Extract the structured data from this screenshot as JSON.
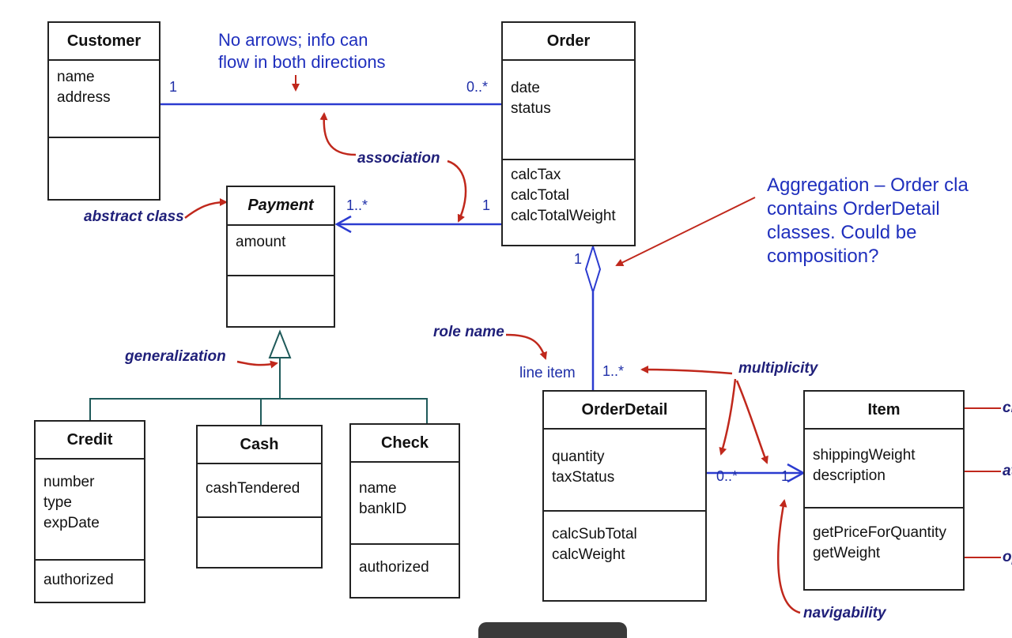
{
  "classes": {
    "customer": {
      "name": "Customer",
      "attributes": [
        "name",
        "address"
      ],
      "operations": []
    },
    "order": {
      "name": "Order",
      "attributes": [
        "date",
        "status"
      ],
      "operations": [
        "calcTax",
        "calcTotal",
        "calcTotalWeight"
      ]
    },
    "payment": {
      "name": "Payment",
      "attributes": [
        "amount"
      ],
      "operations": []
    },
    "credit": {
      "name": "Credit",
      "attributes": [
        "number",
        "type",
        "expDate"
      ],
      "operations": [
        "authorized"
      ]
    },
    "cash": {
      "name": "Cash",
      "attributes": [
        "cashTendered"
      ],
      "operations": []
    },
    "check": {
      "name": "Check",
      "attributes": [
        "name",
        "bankID"
      ],
      "operations": [
        "authorized"
      ]
    },
    "orderdetail": {
      "name": "OrderDetail",
      "attributes": [
        "quantity",
        "taxStatus"
      ],
      "operations": [
        "calcSubTotal",
        "calcWeight"
      ]
    },
    "item": {
      "name": "Item",
      "attributes": [
        "shippingWeight",
        "description"
      ],
      "operations": [
        "getPriceForQuantity",
        "getWeight"
      ]
    }
  },
  "multiplicities": {
    "customer_order_left": "1",
    "customer_order_right": "0..*",
    "payment_order_left": "1..*",
    "payment_order_right": "1",
    "order_aggregation": "1",
    "orderdetail_top": "1..*",
    "orderdetail_item_left": "0..*",
    "orderdetail_item_right": "1"
  },
  "notes": {
    "arrows_note": [
      "No arrows; info can",
      "flow in both directions"
    ],
    "aggregation_note": [
      "Aggregation – Order cla",
      "contains OrderDetail",
      "classes.  Could be",
      "composition?"
    ]
  },
  "annotations": {
    "association": "association",
    "abstract_class": "abstract class",
    "generalization": "generalization",
    "role_name": "role name",
    "role_value": "line item",
    "multiplicity": "multiplicity",
    "navigability": "navigability",
    "cut_class": "cl",
    "cut_attributes": "at",
    "cut_operations": "op"
  },
  "colors": {
    "line_blue": "#2b3bd0",
    "arrow_red": "#c0281c",
    "gen_line": "#1f5a5a",
    "text_blue": "#1f2fbd"
  }
}
